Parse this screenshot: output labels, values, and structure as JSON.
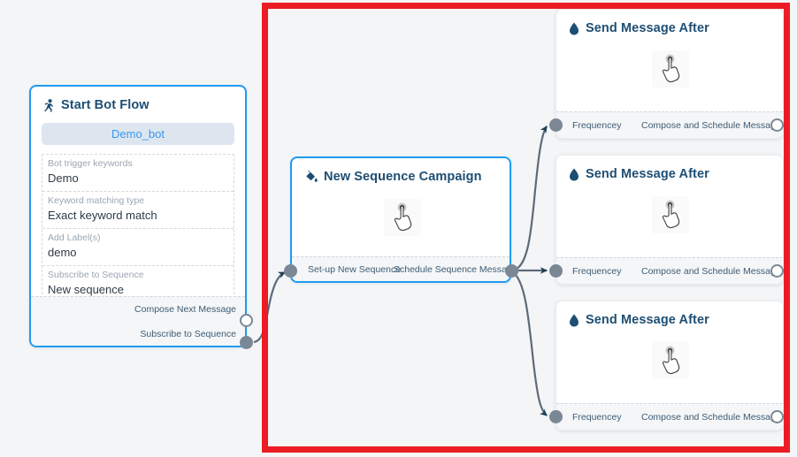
{
  "canvas": {
    "background_color": "#f4f5f7",
    "selection_rect_color": "#ec1c24",
    "accent_color": "#1e9bf0",
    "port_color": "#7b8795",
    "edge_color": "#5d6b7a",
    "title_color": "#1d4e73"
  },
  "nodes": {
    "start_bot_flow": {
      "icon": "running-person-icon",
      "title": "Start Bot Flow",
      "bot_chip": "Demo_bot",
      "fields": [
        {
          "label": "Bot trigger keywords",
          "value": "Demo"
        },
        {
          "label": "Keyword matching type",
          "value": "Exact keyword match"
        },
        {
          "label": "Add Label(s)",
          "value": "demo"
        },
        {
          "label": "Subscribe to Sequence",
          "value": "New sequence"
        }
      ],
      "ports": [
        {
          "label": "Compose Next Message",
          "state": "hollow"
        },
        {
          "label": "Subscribe to Sequence",
          "state": "filled"
        }
      ]
    },
    "new_sequence_campaign": {
      "icon": "paint-pour-icon",
      "title": "New Sequence Campaign",
      "cursor_icon": "pointing-hand-icon",
      "ports": [
        {
          "label": "Set-up New Sequence",
          "state": "filled",
          "side": "left"
        },
        {
          "label": "Schedule Sequence Message",
          "state": "filled",
          "side": "right"
        }
      ]
    },
    "send_message_after": [
      {
        "icon": "droplet-icon",
        "title": "Send Message After",
        "cursor_icon": "pointing-hand-icon",
        "input_port_label": "Frequencey",
        "output_port_label": "Compose and Schedule Message"
      },
      {
        "icon": "droplet-icon",
        "title": "Send Message After",
        "cursor_icon": "pointing-hand-icon",
        "input_port_label": "Frequencey",
        "output_port_label": "Compose and Schedule Message"
      },
      {
        "icon": "droplet-icon",
        "title": "Send Message After",
        "cursor_icon": "pointing-hand-icon",
        "input_port_label": "Frequencey",
        "output_port_label": "Compose and Schedule Message"
      }
    ]
  }
}
